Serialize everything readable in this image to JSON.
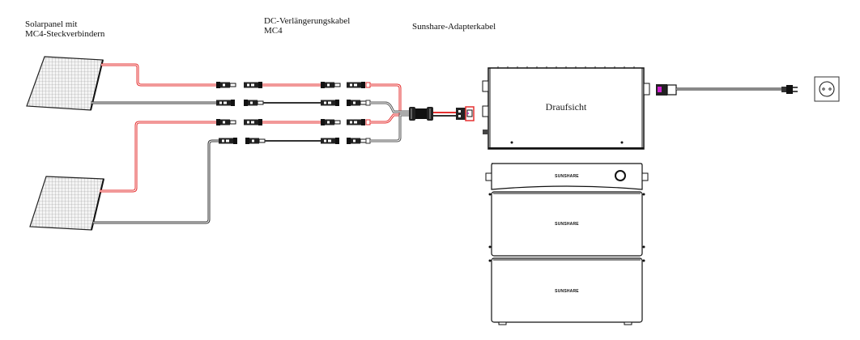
{
  "labels": {
    "solar_panel_line1": "Solarpanel mit",
    "solar_panel_line2": "MC4-Steckverbindern",
    "dc_cable_line1": "DC-Verlängerungskabel",
    "dc_cable_line2": "MC4",
    "adapter_cable": "Sunshare-Adapterkabel",
    "top_view": "Draufsicht"
  },
  "battery": {
    "brand": "SUNSHARE",
    "modules": 2
  },
  "colors": {
    "positive_cable": "#e53030",
    "negative_cable": "#333333",
    "outline": "#111111",
    "accent_magenta": "#d020d0"
  },
  "icons": {
    "panel": "solar-panel-icon",
    "socket": "power-socket-icon",
    "plug": "power-plug-icon",
    "connector": "mc4-connector-icon"
  }
}
